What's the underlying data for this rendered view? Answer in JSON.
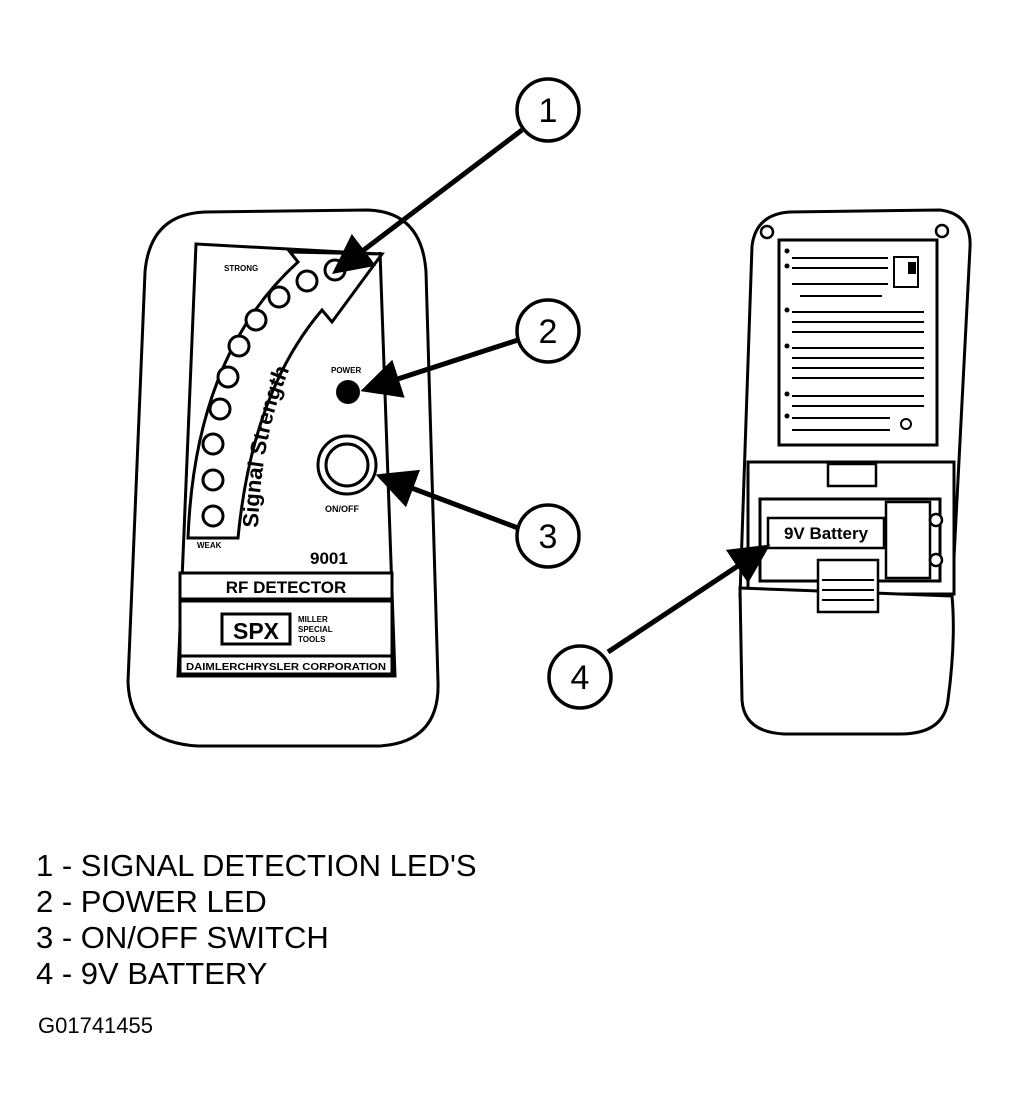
{
  "device_front": {
    "strong_label": "STRONG",
    "weak_label": "WEAK",
    "arrow_text": "Signal Strength",
    "power_label": "POWER",
    "onoff_label": "ON/OFF",
    "model_number": "9001",
    "product_name": "RF DETECTOR",
    "brand_logo": "SPX",
    "brand_tagline": [
      "MILLER",
      "SPECIAL",
      "TOOLS"
    ],
    "maker_strip": "DAIMLERCHRYSLER CORPORATION"
  },
  "device_back": {
    "battery_label": "9V Battery"
  },
  "callouts": [
    "1",
    "2",
    "3",
    "4"
  ],
  "legend": [
    "1 - SIGNAL DETECTION LED'S",
    "2 - POWER LED",
    "3 - ON/OFF SWITCH",
    "4 - 9V BATTERY"
  ],
  "figure_id": "G01741455"
}
